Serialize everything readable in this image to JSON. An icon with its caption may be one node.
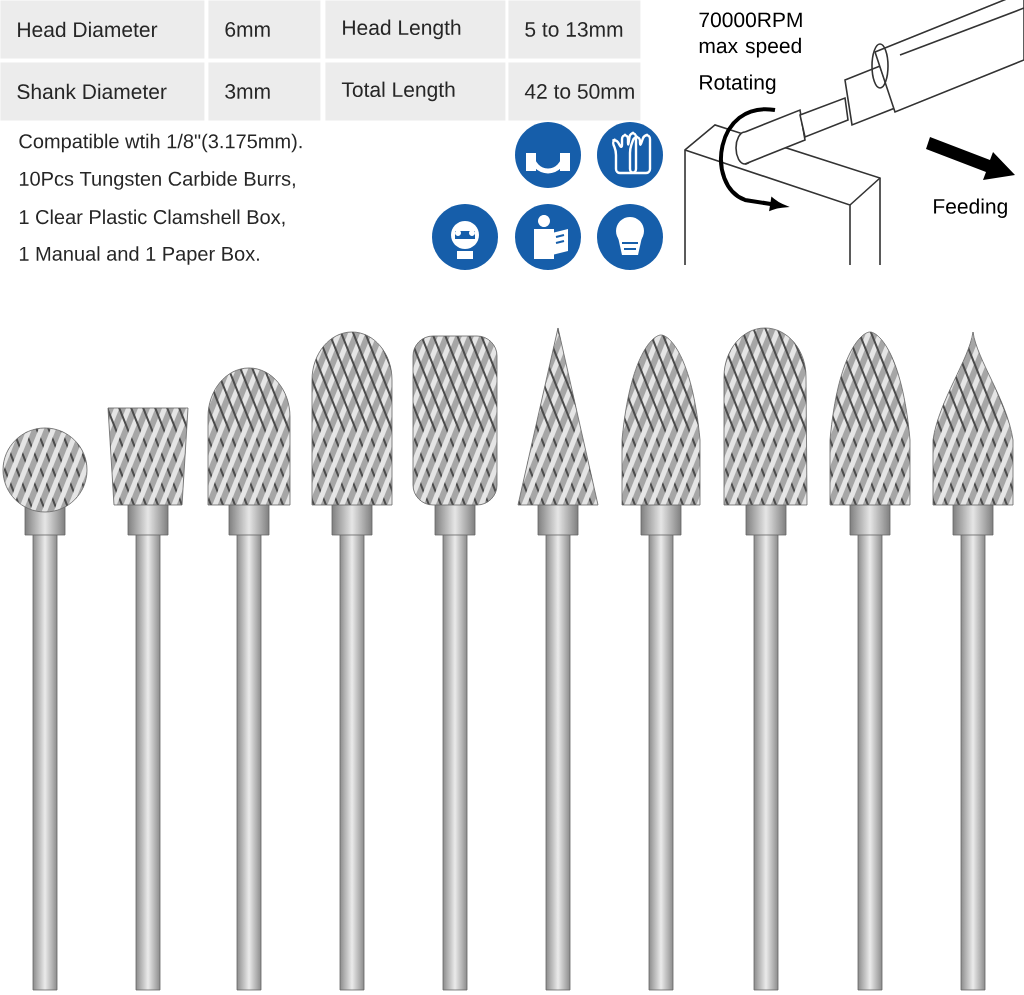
{
  "diagram": {
    "labels": [
      "Head Diameter",
      "6mm",
      "Head Length",
      "5 to 13mm",
      "Shank Diameter",
      "3mm",
      "Total Length",
      "42 to 50mm",
      "Compatible wtih 1/8\"(3.175mm).",
      "10Pcs Tungsten Carbide Burrs,",
      "1 Clear Plastic Clamshell Box,",
      "1 Manual and 1 Paper Box.",
      "70000RPM max speed",
      "Rotating",
      "Feeding"
    ]
  }
}
